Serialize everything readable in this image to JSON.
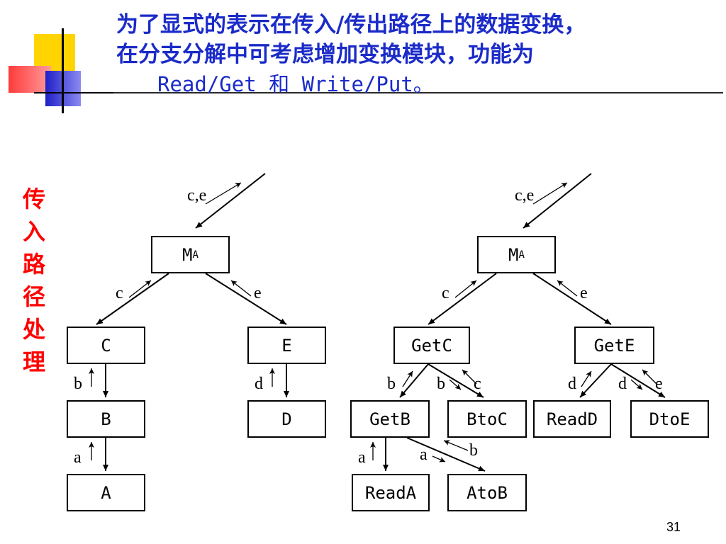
{
  "title": {
    "line1": "为了显式的表示在传入/传出路径上的数据变换，",
    "line2": "在分支分解中可考虑增加变换模块，功能为",
    "line3_a": "Read/Get",
    "line3_b": "和",
    "line3_c": "Write/Put。"
  },
  "side_label": [
    "传",
    "入",
    "路",
    "径",
    "处",
    "理"
  ],
  "left_tree": {
    "top_flow": "c,e",
    "root": "M",
    "root_sub": "A",
    "flow_c": "c",
    "flow_e": "e",
    "node_c": "C",
    "node_e": "E",
    "flow_b": "b",
    "flow_d": "d",
    "node_b": "B",
    "node_d": "D",
    "flow_a": "a",
    "node_a": "A"
  },
  "right_tree": {
    "top_flow": "c,e",
    "root": "M",
    "root_sub": "A",
    "flow_c": "c",
    "flow_e": "e",
    "node_getc": "GetC",
    "node_gete": "GetE",
    "flow_b1": "b",
    "flow_b2": "b",
    "flow_c2": "c",
    "flow_d1": "d",
    "flow_d2": "d",
    "flow_e2": "e",
    "node_getb": "GetB",
    "node_btoc": "BtoC",
    "node_readd": "ReadD",
    "node_dtoe": "DtoE",
    "flow_a1": "a",
    "flow_a2": "a",
    "flow_b3": "b",
    "node_reada": "ReadA",
    "node_atob": "AtoB"
  },
  "page_number": "31",
  "colors": {
    "title": "#1b2bc8",
    "side_label": "#ff0000",
    "deco_yellow": "#ffd400",
    "deco_red": "#ff3b3b",
    "deco_blue": "#3a3ad8"
  }
}
